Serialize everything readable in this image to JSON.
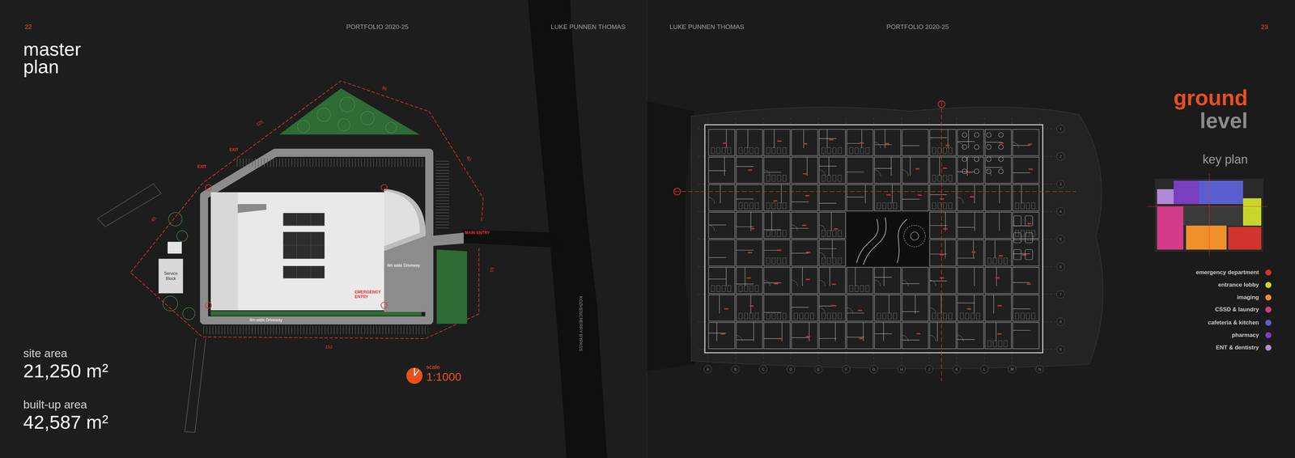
{
  "diagram": {
    "title": "master plan",
    "nodes": [
      {
        "text": [
          "Service Block"
        ]
      }
    ],
    "labels": [
      "22",
      "PORTFOLIO 2020-25",
      "LUKE PUNNEN THOMAS",
      "site area",
      "21,250 m²",
      "built-up area",
      "42,587 m²",
      "scale",
      "1:1000",
      "EXIT",
      "EXIT",
      "MAIN ENTRY",
      "EMERGENCY ENTRY",
      "8m wide Driveway",
      "8m wide Driveway",
      "125",
      "86",
      "40",
      "152",
      "45",
      "61",
      "KOZHENCHERRY BYPASS",
      "LUKE PUNNEN THOMAS",
      "PORTFOLIO 2020-25",
      "23",
      "ground",
      "level",
      "key plan",
      "A",
      "B",
      "C",
      "D",
      "E",
      "F",
      "G",
      "H",
      "J",
      "K",
      "L",
      "M",
      "N",
      "1",
      "2",
      "3",
      "4",
      "5",
      "6",
      "7",
      "8",
      "9"
    ],
    "legend": [
      {
        "text": "emergency department",
        "color": "#d0342c"
      },
      {
        "text": "entrance lobby",
        "color": "#c8d62a"
      },
      {
        "text": "imaging",
        "color": "#f0902a"
      },
      {
        "text": "CSSD & laundry",
        "color": "#d23a8a"
      },
      {
        "text": "cafeteria & kitchen",
        "color": "#5a5fd0"
      },
      {
        "text": "pharmacy",
        "color": "#7a3fc0"
      },
      {
        "text": "ENT & dentistry",
        "color": "#b08ad8"
      }
    ]
  }
}
